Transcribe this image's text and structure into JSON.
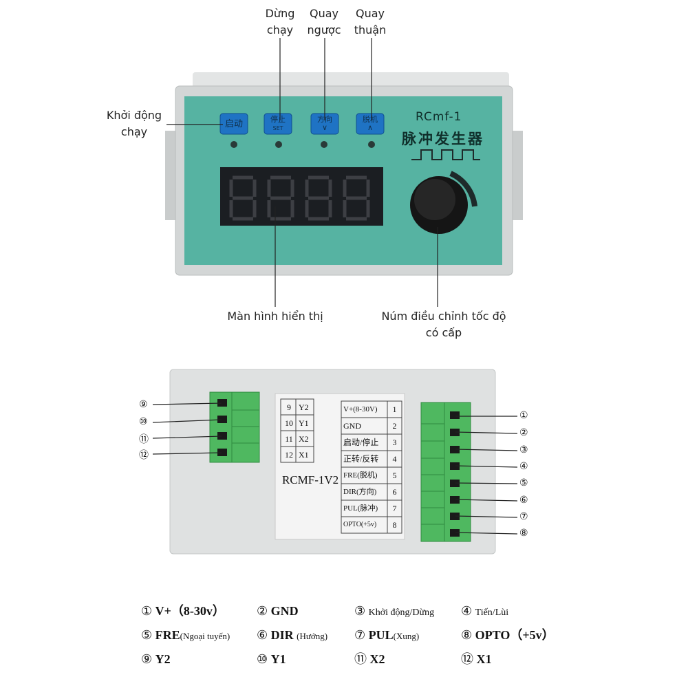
{
  "front": {
    "callouts": {
      "stop": [
        "Dừng",
        "chạy"
      ],
      "reverse": [
        "Quay",
        "ngược"
      ],
      "forward": [
        "Quay",
        "thuận"
      ],
      "start": [
        "Khởi động",
        "chạy"
      ],
      "display": "Màn hình hiển thị",
      "knob": [
        "Núm điều chỉnh tốc độ",
        "có cấp"
      ]
    },
    "buttons": {
      "start": "启动",
      "stop": "停止",
      "stop_sub": "SET",
      "direction": "方向",
      "direction_sub": "∨",
      "offline": "脱机",
      "offline_sub": "∧"
    },
    "brand": "RCmf-1",
    "product_name": "脉冲发生器"
  },
  "back": {
    "model": "RCMF-1V2",
    "left_table": [
      {
        "num": "9",
        "label": "Y2"
      },
      {
        "num": "10",
        "label": "Y1"
      },
      {
        "num": "11",
        "label": "X2"
      },
      {
        "num": "12",
        "label": "X1"
      }
    ],
    "right_table": [
      {
        "label": "V+(8-30V)",
        "num": "1"
      },
      {
        "label": "GND",
        "num": "2"
      },
      {
        "label": "启动/停止",
        "num": "3"
      },
      {
        "label": "正转/反转",
        "num": "4"
      },
      {
        "label": "FRE(脱机)",
        "num": "5"
      },
      {
        "label": "DIR(方向)",
        "num": "6"
      },
      {
        "label": "PUL(脉冲)",
        "num": "7"
      },
      {
        "label": "OPTO(+5v)",
        "num": "8"
      }
    ],
    "left_pins": [
      "⑨",
      "⑩",
      "⑪",
      "⑫"
    ],
    "right_pins": [
      "①",
      "②",
      "③",
      "④",
      "⑤",
      "⑥",
      "⑦",
      "⑧"
    ]
  },
  "legend": [
    [
      {
        "num": "①",
        "text": "V+（8-30v）",
        "note": ""
      },
      {
        "num": "②",
        "text": "GND",
        "note": ""
      },
      {
        "num": "③",
        "text": "",
        "note": "Khởi động/Dừng"
      },
      {
        "num": "④",
        "text": "",
        "note": "Tiến/Lùi"
      }
    ],
    [
      {
        "num": "⑤",
        "text": "FRE",
        "note": "(Ngoại tuyến)"
      },
      {
        "num": "⑥",
        "text": "DIR",
        "note": "(Hướng)"
      },
      {
        "num": "⑦",
        "text": "PUL",
        "note": "(Xung)"
      },
      {
        "num": "⑧",
        "text": "OPTO（+5v）",
        "note": ""
      }
    ],
    [
      {
        "num": "⑨",
        "text": "Y2",
        "note": ""
      },
      {
        "num": "⑩",
        "text": "Y1",
        "note": ""
      },
      {
        "num": "⑪",
        "text": "X2",
        "note": ""
      },
      {
        "num": "⑫",
        "text": "X1",
        "note": ""
      }
    ]
  ],
  "colors": {
    "panel": "#56b3a2",
    "bezel": "#d6d8d8",
    "button": "#1f73c4",
    "display": "#1b1e22",
    "terminal": "#4fb860"
  }
}
